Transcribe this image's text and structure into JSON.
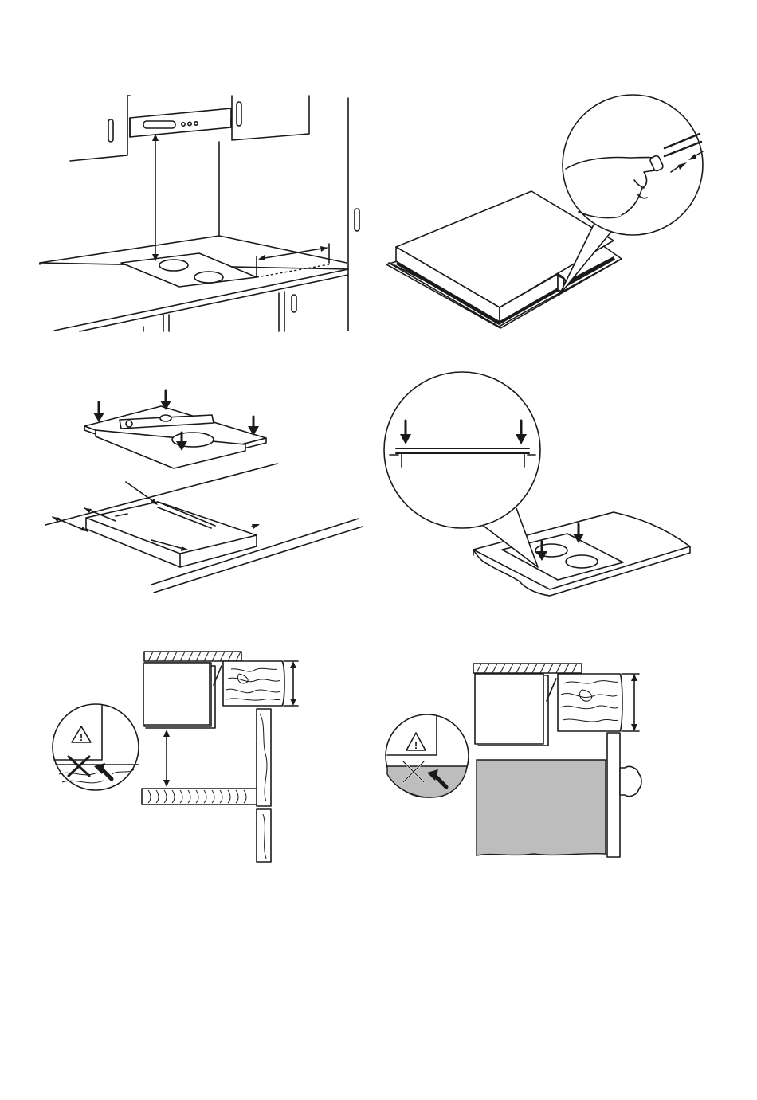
{
  "figures": [
    {
      "id": 1,
      "subject": "hob-below-extractor-hood"
    },
    {
      "id": 2,
      "subject": "seal-strip-applied-to-hob-edge"
    },
    {
      "id": 3,
      "subject": "hob-levelled-over-worktop-cutout"
    },
    {
      "id": 4,
      "subject": "hob-pressed-into-worktop"
    },
    {
      "id": 5,
      "subject": "hob-above-drawer-with-shelf"
    },
    {
      "id": 6,
      "subject": "hob-above-oven"
    }
  ],
  "warning": {
    "symbol": "!"
  },
  "icons": [
    "arrow-icon",
    "spirit-level-icon",
    "warning-triangle-icon",
    "cross-icon",
    "magnifier-circle-icon"
  ],
  "colors": {
    "line": "#1a1a1a",
    "oven_fill": "#bdbdbd",
    "rule": "#8a8a8a"
  }
}
